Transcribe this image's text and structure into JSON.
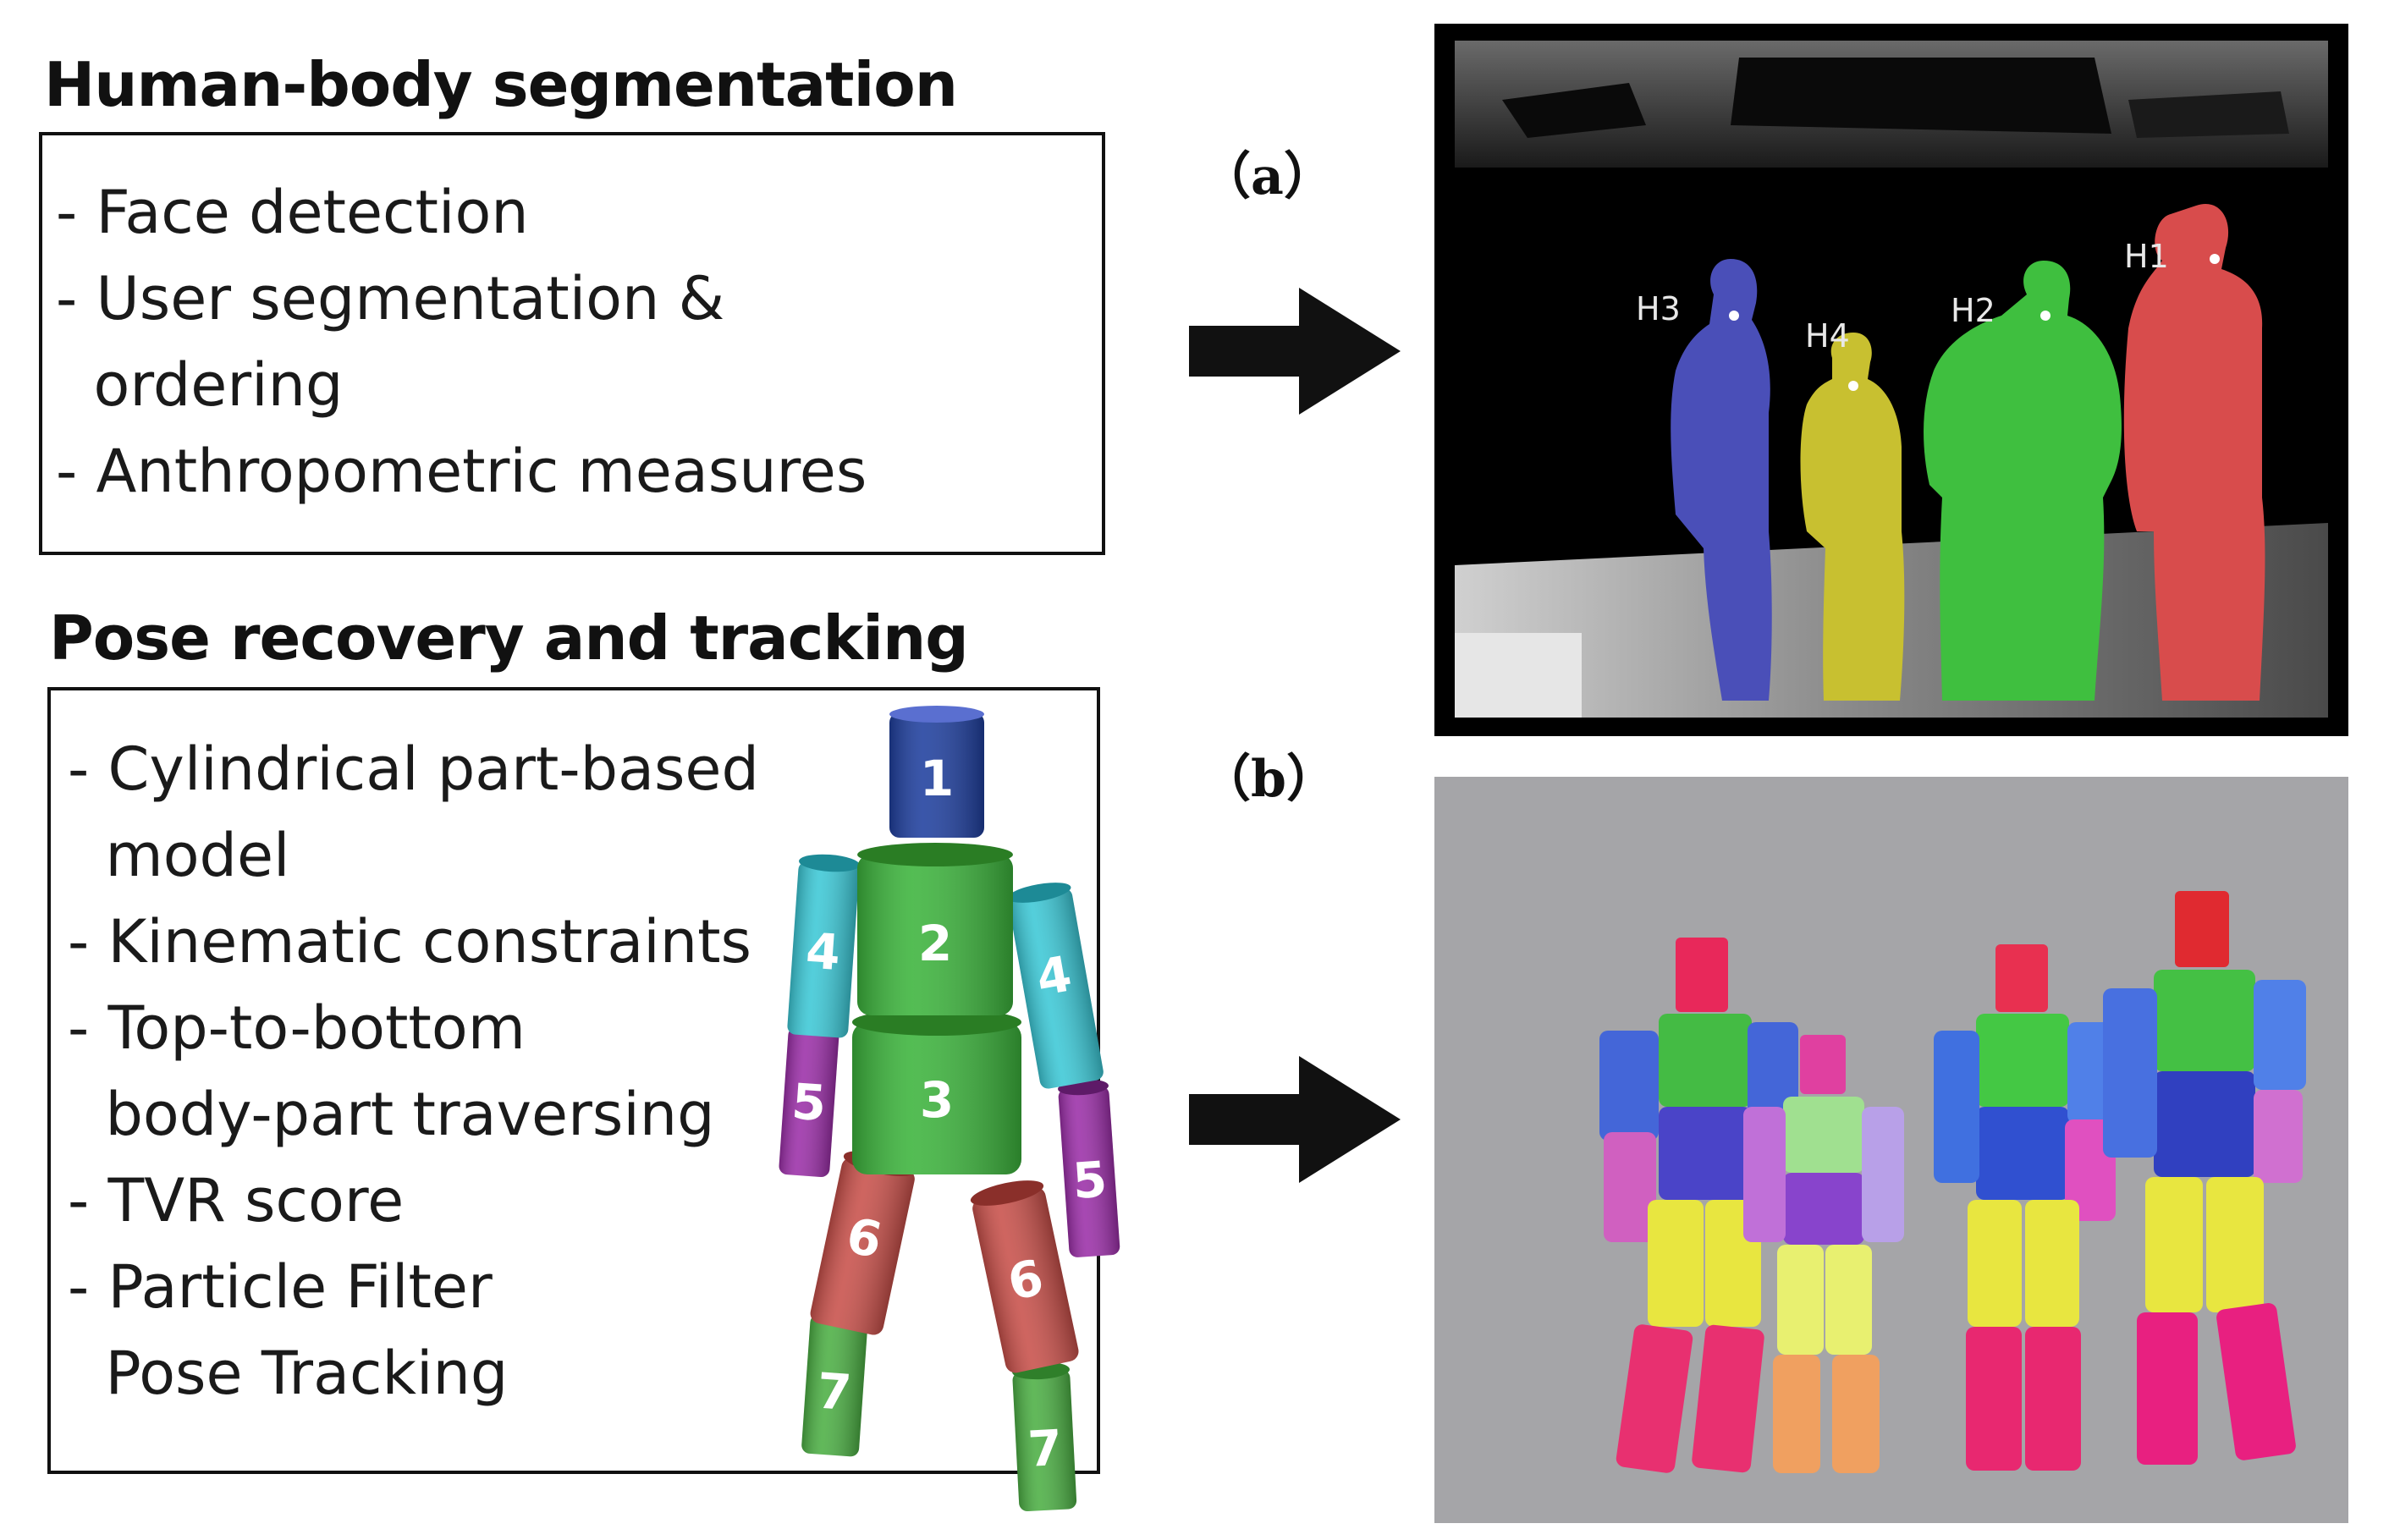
{
  "segmentation": {
    "heading": "Human-body segmentation",
    "items": [
      "- Face detection",
      "- User segmentation &",
      "  ordering",
      "- Anthropometric measures"
    ]
  },
  "pose": {
    "heading": "Pose recovery and tracking",
    "items": [
      "- Cylindrical part-based",
      "  model",
      "- Kinematic constraints",
      "- Top-to-bottom",
      "  body-part traversing",
      "- TVR score",
      "- Particle Filter",
      "  Pose Tracking"
    ]
  },
  "body_model": {
    "parts": [
      {
        "id": "head",
        "label": "1",
        "color": "#1f3f9e"
      },
      {
        "id": "torso-upper",
        "label": "2",
        "color": "#3cb43c"
      },
      {
        "id": "upper-arm-left",
        "label": "4",
        "color": "#3cc8d6"
      },
      {
        "id": "upper-arm-right",
        "label": "4",
        "color": "#3cc8d6"
      },
      {
        "id": "torso-lower",
        "label": "3",
        "color": "#3cb43c"
      },
      {
        "id": "forearm-left",
        "label": "5",
        "color": "#9b2fa8"
      },
      {
        "id": "forearm-right",
        "label": "5",
        "color": "#9b2fa8"
      },
      {
        "id": "thigh-left",
        "label": "6",
        "color": "#c8504a"
      },
      {
        "id": "thigh-right",
        "label": "6",
        "color": "#c8504a"
      },
      {
        "id": "shin-left",
        "label": "7",
        "color": "#4caf44"
      },
      {
        "id": "shin-right",
        "label": "7",
        "color": "#4caf44"
      }
    ]
  },
  "panel_a": {
    "label": "（a）",
    "people": [
      {
        "id": "H1",
        "label": "H1",
        "color": "#d84c4c"
      },
      {
        "id": "H2",
        "label": "H2",
        "color": "#3fbf3f"
      },
      {
        "id": "H3",
        "label": "H3",
        "color": "#4a4fb8"
      },
      {
        "id": "H4",
        "label": "H4",
        "color": "#c8c030"
      }
    ]
  },
  "panel_b": {
    "label": "（b）",
    "background_color": "#a5a5a8"
  },
  "colors": {
    "arrow": "#111111",
    "depth_background": "#000000"
  }
}
